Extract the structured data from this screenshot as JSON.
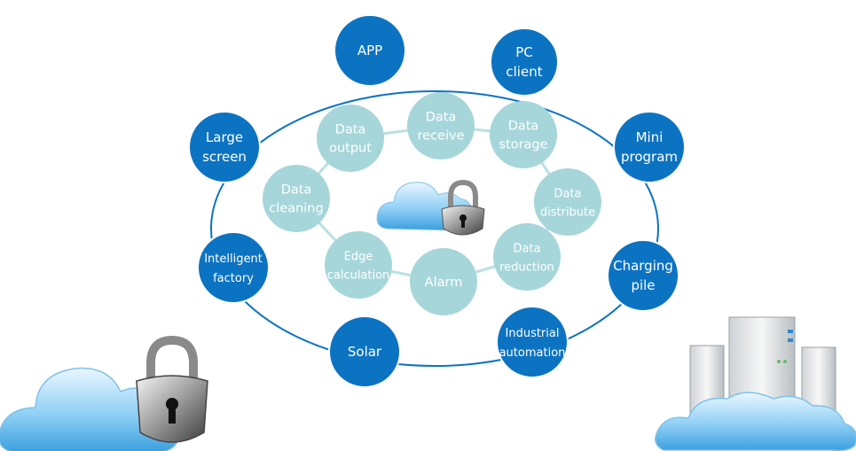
{
  "colors": {
    "outer_node": "#0c73c2",
    "outer_node_stroke": "#ffffff",
    "inner_node": "#a6d6da",
    "ring": "#0c73c2",
    "inner_link": "#b9e1e4"
  },
  "outer_nodes": [
    {
      "lines": [
        "APP"
      ]
    },
    {
      "lines": [
        "PC",
        "client"
      ]
    },
    {
      "lines": [
        "Mini",
        "program"
      ]
    },
    {
      "lines": [
        "Charging",
        "pile"
      ]
    },
    {
      "lines": [
        "Industrial",
        "automation"
      ]
    },
    {
      "lines": [
        "Solar"
      ]
    },
    {
      "lines": [
        "Intelligent",
        "factory"
      ]
    },
    {
      "lines": [
        "Large",
        "screen"
      ]
    }
  ],
  "inner_nodes": [
    {
      "lines": [
        "Data",
        "receive"
      ]
    },
    {
      "lines": [
        "Data",
        "storage"
      ]
    },
    {
      "lines": [
        "Data",
        "distribute"
      ]
    },
    {
      "lines": [
        "Data",
        "reduction"
      ]
    },
    {
      "lines": [
        "Alarm"
      ]
    },
    {
      "lines": [
        "Edge",
        "calculation"
      ]
    },
    {
      "lines": [
        "Data",
        "cleaning"
      ]
    },
    {
      "lines": [
        "Data",
        "output"
      ]
    }
  ],
  "icons": {
    "center": "cloud-lock-icon",
    "bottom_left": "cloud-lock-icon",
    "bottom_right": "cloud-servers-icon"
  }
}
